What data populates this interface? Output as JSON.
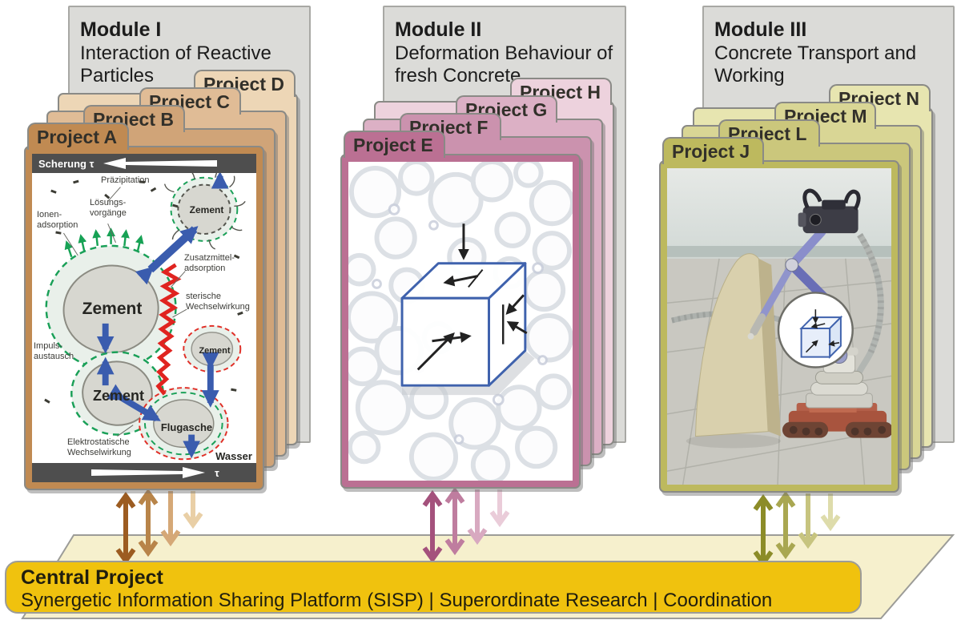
{
  "figure": {
    "modules": [
      {
        "title": "Module I",
        "subtitle": "Interaction of Reactive Particles",
        "accent_colors": [
          "#c08a52",
          "#d0a478",
          "#e0bc96",
          "#edd6b6"
        ],
        "arrow_colors": [
          "#9c5c21",
          "#b88449",
          "#d5a877",
          "#e9cfa6"
        ],
        "projects": [
          {
            "label": "Project A"
          },
          {
            "label": "Project B"
          },
          {
            "label": "Project C"
          },
          {
            "label": "Project D"
          }
        ]
      },
      {
        "title": "Module II",
        "subtitle": "Deformation Behaviour of fresh Concrete",
        "accent_colors": [
          "#bb7093",
          "#cb92ae",
          "#dcb0c5",
          "#edd2dd"
        ],
        "arrow_colors": [
          "#a4517c",
          "#bf7d9f",
          "#d8a9c0",
          "#eaccd9"
        ],
        "projects": [
          {
            "label": "Project E"
          },
          {
            "label": "Project F"
          },
          {
            "label": "Project G"
          },
          {
            "label": "Project H"
          }
        ]
      },
      {
        "title": "Module III",
        "subtitle": "Concrete Transport and Working",
        "accent_colors": [
          "#bdb95e",
          "#cbc77c",
          "#d9d695",
          "#e7e5b0"
        ],
        "arrow_colors": [
          "#8c8c28",
          "#a9a751",
          "#c7c47f",
          "#dedcab"
        ],
        "projects": [
          {
            "label": "Project J"
          },
          {
            "label": "Project L"
          },
          {
            "label": "Project M"
          },
          {
            "label": "Project N"
          }
        ]
      }
    ],
    "central_project": {
      "title": "Central Project",
      "description": "Synergetic Information Sharing Platform (SISP) | Superordinate Research | Coordination",
      "fill": "#f0c20e",
      "platform_fill": "#f6f0cd"
    },
    "project_a_card": {
      "top_bar_label": "Scherung τ",
      "bottom_bar_label": "τ",
      "particles": {
        "cement_large": "Zement",
        "cement_lower": "Zement",
        "cement_top_right": "Zement",
        "cement_right": "Zement",
        "fly_ash": "Flugasche",
        "water": "Wasser"
      },
      "annotations": {
        "precipitation": "Präzipitation",
        "dissolution": "Lösungs-vorgänge",
        "ion_adsorption": "Ionen-adsorption",
        "admixture_adsorption": "Zusatzmittel-adsorption",
        "steric_interaction": "sterische Wechselwirkung",
        "momentum_exchange": "Impuls-austausch",
        "electrostatic_interaction": "Elektrostatische Wechselwirkung"
      }
    }
  }
}
